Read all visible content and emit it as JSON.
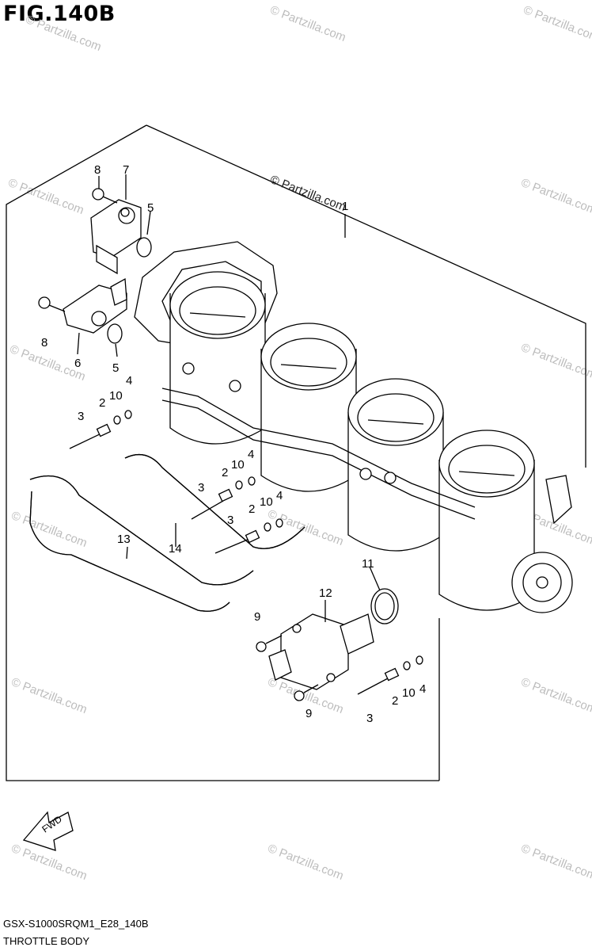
{
  "figure": {
    "title": "FIG.140B",
    "diagram_code": "GSX-S1000SRQM1_E28_140B",
    "diagram_name": "THROTTLE BODY"
  },
  "watermark": {
    "main_text": "© Partzilla.com",
    "faint_text": "© Partzilla.com"
  },
  "fwd_arrow": {
    "label": "FWD"
  },
  "callouts": [
    {
      "id": "c1",
      "text": "1"
    },
    {
      "id": "c8a",
      "text": "8"
    },
    {
      "id": "c7",
      "text": "7"
    },
    {
      "id": "c5a",
      "text": "5"
    },
    {
      "id": "c8b",
      "text": "8"
    },
    {
      "id": "c6",
      "text": "6"
    },
    {
      "id": "c5b",
      "text": "5"
    },
    {
      "id": "c4a",
      "text": "4"
    },
    {
      "id": "c10a",
      "text": "10"
    },
    {
      "id": "c2a",
      "text": "2"
    },
    {
      "id": "c3a",
      "text": "3"
    },
    {
      "id": "c10b",
      "text": "10"
    },
    {
      "id": "c4b",
      "text": "4"
    },
    {
      "id": "c2b",
      "text": "2"
    },
    {
      "id": "c3b",
      "text": "3"
    },
    {
      "id": "c10c",
      "text": "10"
    },
    {
      "id": "c4c",
      "text": "4"
    },
    {
      "id": "c2c",
      "text": "2"
    },
    {
      "id": "c3c",
      "text": "3"
    },
    {
      "id": "c13",
      "text": "13"
    },
    {
      "id": "c14",
      "text": "14"
    },
    {
      "id": "c11",
      "text": "11"
    },
    {
      "id": "c12",
      "text": "12"
    },
    {
      "id": "c9a",
      "text": "9"
    },
    {
      "id": "c9b",
      "text": "9"
    },
    {
      "id": "c2d",
      "text": "2"
    },
    {
      "id": "c10d",
      "text": "10"
    },
    {
      "id": "c4d",
      "text": "4"
    },
    {
      "id": "c3d",
      "text": "3"
    }
  ]
}
